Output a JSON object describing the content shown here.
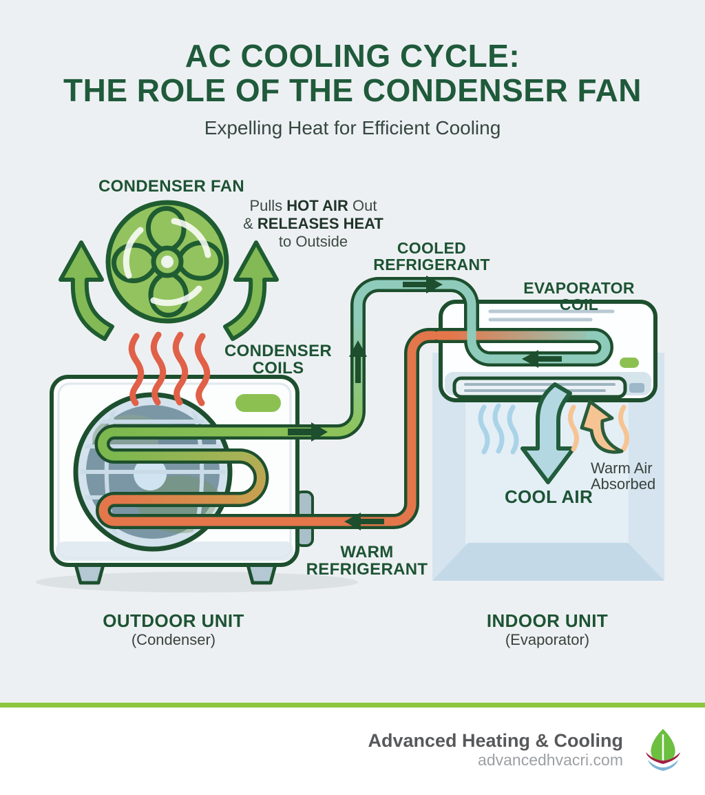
{
  "header": {
    "title_line1": "AC COOLING CYCLE:",
    "title_line2": "THE ROLE OF THE CONDENSER FAN",
    "subtitle": "Expelling Heat for Efficient Cooling"
  },
  "diagram": {
    "condenser_fan_label": "CONDENSER FAN",
    "fan_note": {
      "pulls": "Pulls",
      "hot_air": "HOT AIR",
      "out": "Out",
      "amp": "&",
      "releases_heat": "RELEASES HEAT",
      "to_outside": "to Outside"
    },
    "cooled_refrigerant": {
      "line1": "COOLED",
      "line2": "REFRIGERANT"
    },
    "evaporator_coil_label": "EVAPORATOR COIL",
    "condenser_coils": {
      "line1": "CONDENSER",
      "line2": "COILS"
    },
    "warm_air": {
      "line1": "Warm Air",
      "line2": "Absorbed"
    },
    "cool_air_label": "COOL AIR",
    "warm_refrigerant": {
      "line1": "WARM",
      "line2": "REFRIGERANT"
    },
    "outdoor_unit": {
      "title": "OUTDOOR UNIT",
      "subtitle": "(Condenser)"
    },
    "indoor_unit": {
      "title": "INDOOR UNIT",
      "subtitle": "(Evaporator)"
    }
  },
  "footer": {
    "brand": "Advanced Heating & Cooling",
    "website": "advancedhvacri.com"
  },
  "colors": {
    "background": "#edf0f2",
    "title_green": "#1f5a3b",
    "label_green": "#1d5334",
    "body_text": "#38423c",
    "pipe_outline": "#1d4f2e",
    "pipe_green": "#7db84f",
    "pipe_teal": "#8fcbbb",
    "pipe_orange": "#e4764b",
    "fan_green": "#93c35f",
    "dark_green": "#1f5c31",
    "heat_red": "#e06048",
    "cool_blue": "#b3d8e2",
    "warm_peach": "#f6c493",
    "footer_bar_green": "#8dc63f",
    "logo_leaf_green": "#6cbf3f",
    "logo_swoosh_red": "#a21d45",
    "logo_swoosh_blue": "#7fb3d6"
  }
}
